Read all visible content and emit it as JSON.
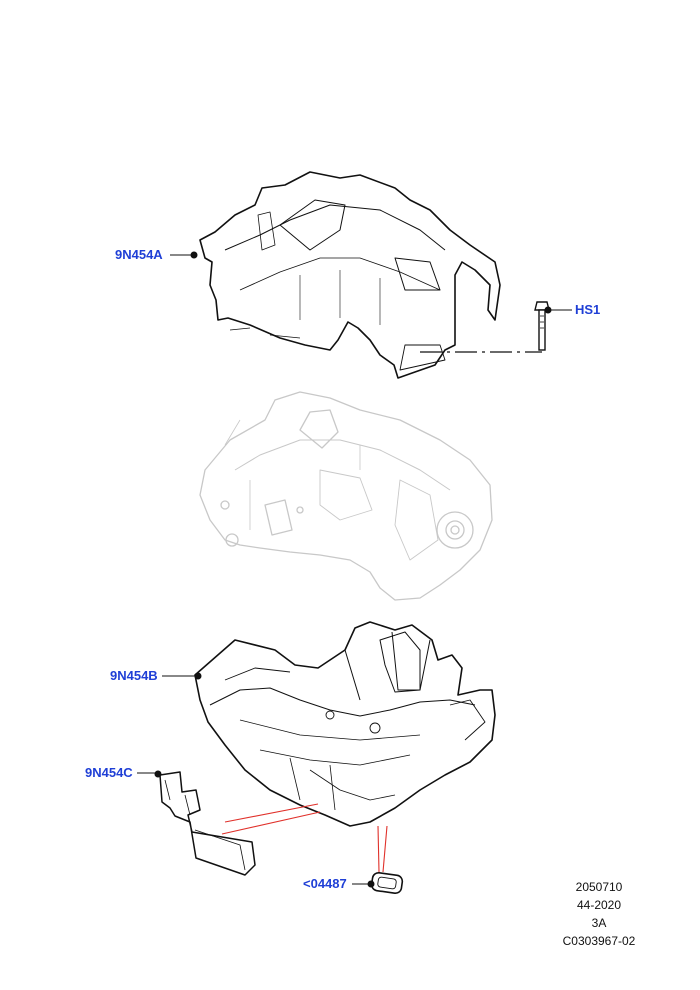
{
  "callouts": {
    "upper_cover": "9N454A",
    "bolt": "HS1",
    "lower_cover": "9N454B",
    "bracket": "9N454C",
    "fastener": "<04487"
  },
  "reference": {
    "line1": "2050710",
    "line2": "44-2020",
    "line3": "3A",
    "line4": "C0303967-02"
  },
  "colors": {
    "callout": "#1f3fd6",
    "leader_red": "#e0302a",
    "outline": "#111111",
    "ghost": "#c8c8c8"
  }
}
